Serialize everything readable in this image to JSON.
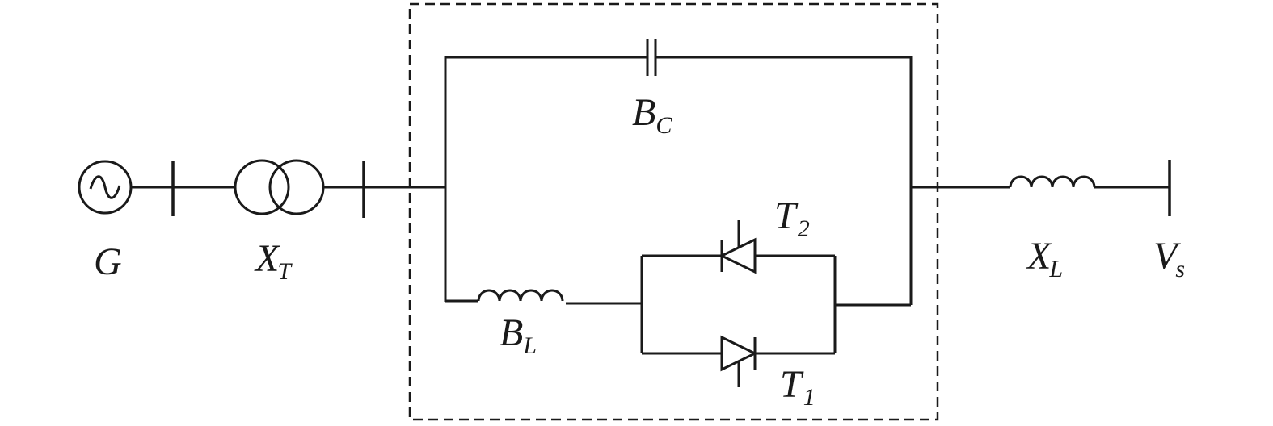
{
  "labels": {
    "generator": "G",
    "transformer": {
      "main": "X",
      "sub": "T"
    },
    "capacitor": {
      "main": "B",
      "sub": "C"
    },
    "reactor": {
      "main": "B",
      "sub": "L"
    },
    "thyristor_upper": {
      "main": "T",
      "sub": "2"
    },
    "thyristor_lower": {
      "main": "T",
      "sub": "1"
    },
    "line": {
      "main": "X",
      "sub": "L"
    },
    "infinite_bus": {
      "main": "V",
      "sub": "s"
    }
  },
  "colors": {
    "stroke": "#1a1a1a",
    "background": "#ffffff"
  },
  "icons": {
    "generator": "ac-source-icon",
    "transformer": "transformer-icon",
    "capacitor": "capacitor-icon",
    "inductor": "inductor-icon",
    "thyristor": "thyristor-icon"
  }
}
